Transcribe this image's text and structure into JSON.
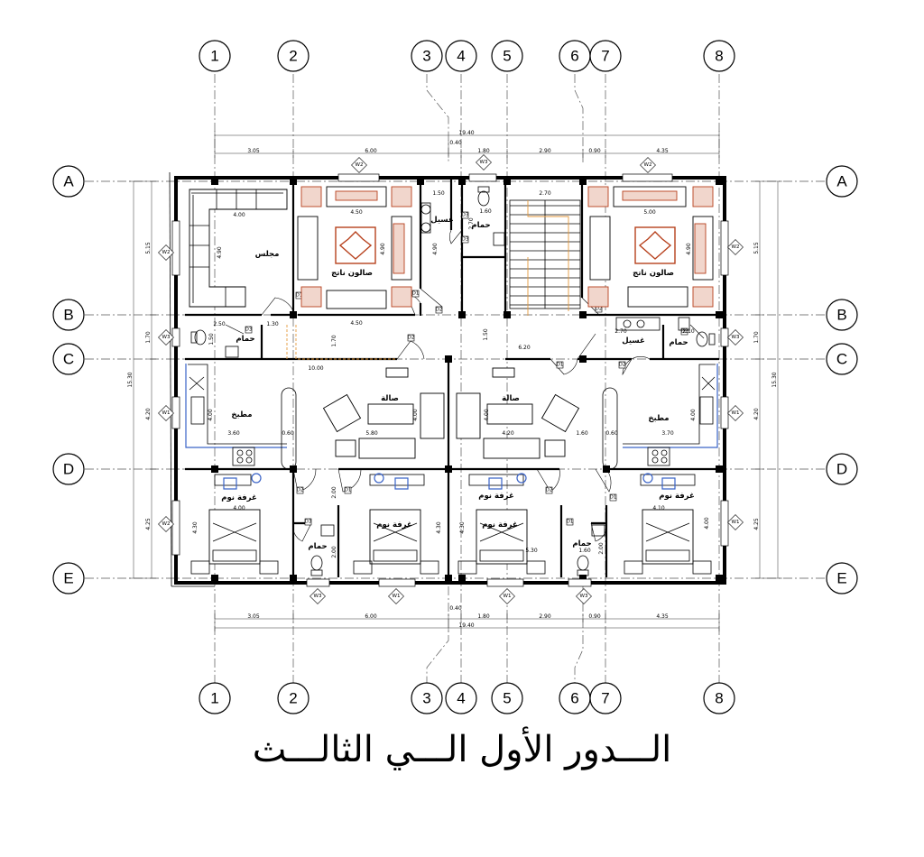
{
  "title": "الـــدور الأول الـــي الثالـــث",
  "grid": {
    "columns": [
      "1",
      "2",
      "3",
      "4",
      "5",
      "6",
      "7",
      "8"
    ],
    "rows": [
      "A",
      "B",
      "C",
      "D",
      "E"
    ]
  },
  "dimensions": {
    "top_total": "19.40",
    "top_small": "0.40",
    "top_segments": [
      "3.05",
      "6.00",
      "1.80",
      "2.90",
      "0.90",
      "4.35"
    ],
    "bottom_total": "19.40",
    "bottom_small": "0.40",
    "bottom_segments": [
      "3.05",
      "6.00",
      "1.80",
      "2.90",
      "0.90",
      "4.35"
    ],
    "left_total": "15.30",
    "left_segments": [
      "5.15",
      "1.70",
      "4.20",
      "4.25"
    ],
    "right_total": "15.30",
    "right_segments": [
      "5.15",
      "1.70",
      "4.20",
      "4.25"
    ],
    "interior": {
      "majlis_w": "4.00",
      "majlis_h": "4.90",
      "salon_l_w": "4.50",
      "salon_l_h": "4.90",
      "salon_r_w": "5.00",
      "salon_r_h": "4.90",
      "corridor_l": "4.50",
      "bath_top": "2.50",
      "bath_top2": "1.30",
      "bath_h": "1.50",
      "hall_l": "10.00",
      "hall_r": "6.20",
      "hall_h": "1.50",
      "hall_v": "1.70",
      "kitchen_l_w": "3.60",
      "kitchen_l_gap": "0.60",
      "kitchen_l_h": "4.00",
      "kitchen_r_w": "3.70",
      "kitchen_r_gap": "0.60",
      "kitchen_r_h": "4.00",
      "living_l_w": "5.80",
      "living_l_h": "4.00",
      "living_r_w": "4.20",
      "living_r_gap": "1.60",
      "living_r_h": "4.00",
      "wc_w": "1.60",
      "wc_h": "2.70",
      "wc_top": "1.50",
      "stair_w": "2.70",
      "bed1_w": "4.00",
      "bed1_h": "4.30",
      "bed2_h": "4.30",
      "bed3_h": "4.30",
      "bed3_w": "5.30",
      "bed4_w": "4.10",
      "bed4_h": "4.00",
      "bath_b1": "2.00",
      "bath_b1v": "2.00",
      "bath_b2": "1.60",
      "bath_b2v": "2.00",
      "right_bath_w": "2.70",
      "right_bath_w2": "2.10",
      "l_small": "2.00"
    }
  },
  "rooms": {
    "majlis": "مجلس",
    "salon": "صالون ناتج",
    "salon_r": "صالون ناتج",
    "bath": "حمام",
    "laundry": "غسيل",
    "laundry_r": "غسيل",
    "kitchen": "مطبخ",
    "kitchen_r": "مطبخ",
    "living": "صالة",
    "living_r": "صالة",
    "bedroom": "غرفة نوم",
    "master_bedroom": "غرفة نوم",
    "bath_b": "حمام",
    "bath_b2": "حمام"
  },
  "window_tags": {
    "top": [
      "W2",
      "W3",
      "W2"
    ],
    "left": [
      "W2",
      "W3",
      "W1",
      "W2"
    ],
    "right": [
      "W2",
      "W3",
      "W1",
      "W1"
    ],
    "bottom": [
      "W3",
      "W1",
      "W1",
      "W3"
    ]
  },
  "door_tags": [
    "D1",
    "D1",
    "D2",
    "D3",
    "D3",
    "D2",
    "D1",
    "D2",
    "D2",
    "D1",
    "D2",
    "D1",
    "D3",
    "D2",
    "D1",
    "D1",
    "D2",
    "D3"
  ],
  "colors": {
    "wall": "#000000",
    "accent_red": "#b7411d",
    "accent_blue": "#3a63c7",
    "accent_orange": "#e59a3c"
  }
}
